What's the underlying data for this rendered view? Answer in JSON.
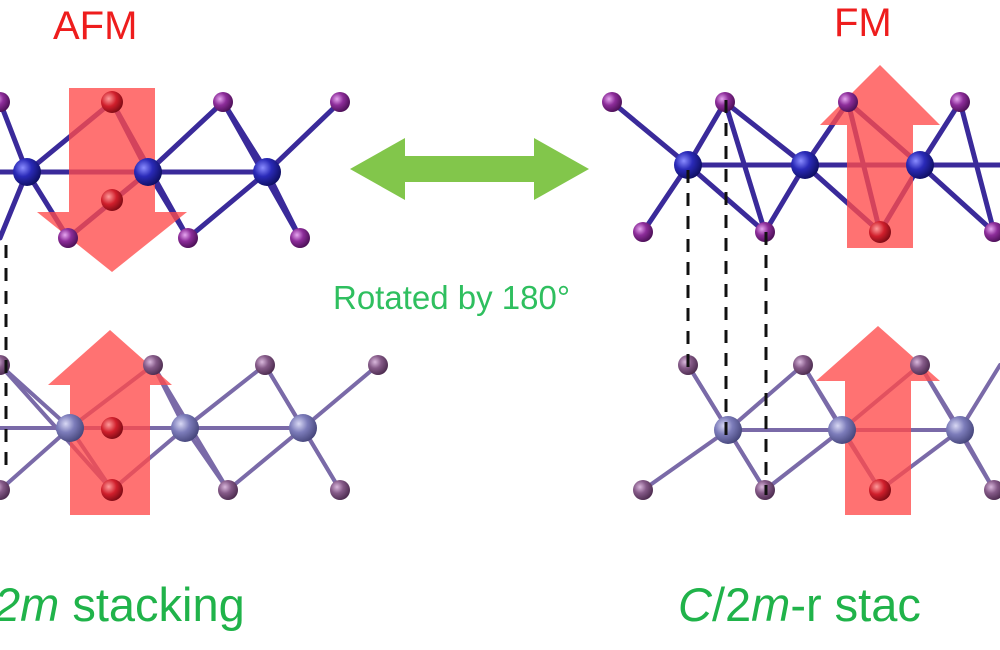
{
  "left_panel": {
    "magnetic_order": "AFM",
    "caption_italic": "2m",
    "caption_rest": " stacking"
  },
  "right_panel": {
    "magnetic_order": "FM",
    "caption_italic_c": "C",
    "caption_slash": "/2",
    "caption_italic_m": "m",
    "caption_rest": "-r stac"
  },
  "center": {
    "rotation_label": "Rotated by 180°"
  },
  "colors": {
    "metal_atom_top": "#1e1e9a",
    "metal_atom_bottom": "#6e6eaa",
    "ligand_atom_top": "#7a1f86",
    "ligand_atom_bottom": "#7d4c7f",
    "spin_arrow": "#ff5252",
    "double_arrow": "#82c64b",
    "text_red": "#ee1d1d",
    "text_green": "#20b34a"
  }
}
